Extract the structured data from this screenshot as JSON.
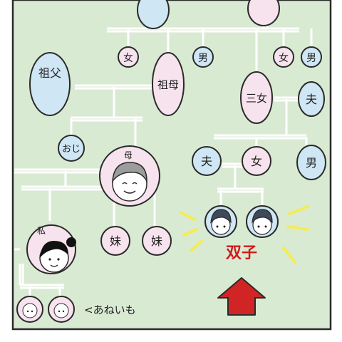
{
  "colors": {
    "background": "#d9ead3",
    "line": "#ffffff",
    "outline": "#2a2a2a",
    "female_fill": "#f7e3ee",
    "male_fill": "#cfe6f4",
    "twin_label": "#d11a1a",
    "arrow": "#d12424",
    "sparkle": "#f4ec57"
  },
  "labels": {
    "f_top1": "女",
    "m_top1": "男",
    "f_top2": "女",
    "m_top2": "男",
    "grandfather": "祖父",
    "grandmother": "祖母",
    "third_daughter": "三女",
    "husband_top": "夫",
    "uncle": "おじ",
    "mother": "母",
    "husband_mid": "夫",
    "woman_mid": "女",
    "man_mid": "男",
    "me": "私",
    "sister1": "妹",
    "sister2": "妹",
    "twins": "双子",
    "niece_note": "<あねいも"
  }
}
